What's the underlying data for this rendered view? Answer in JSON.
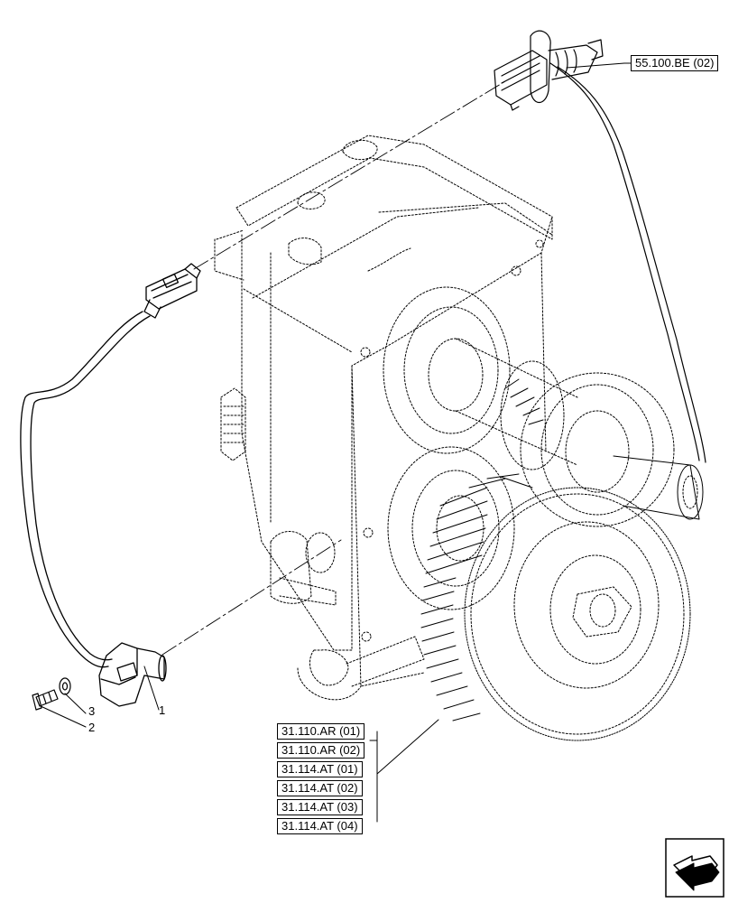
{
  "references": {
    "top": "55.100.BE (02)",
    "group": [
      "31.110.AR (01)",
      "31.110.AR (02)",
      "31.114.AT (01)",
      "31.114.AT (02)",
      "31.114.AT (03)",
      "31.114.AT (04)"
    ]
  },
  "callouts": {
    "c1": "1",
    "c2": "2",
    "c3": "3"
  },
  "navigation": {
    "icon": "next-page-arrow-icon"
  }
}
